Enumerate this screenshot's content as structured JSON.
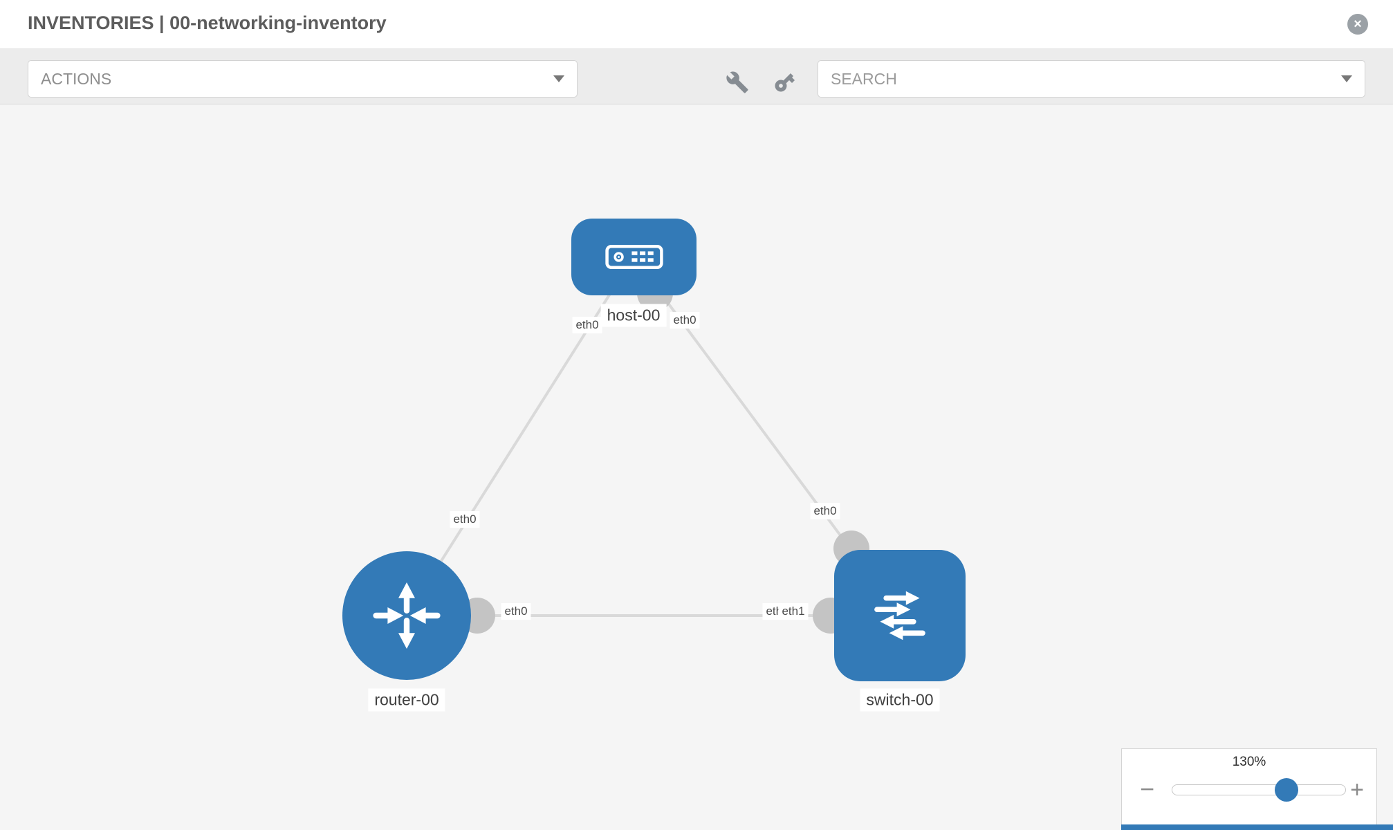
{
  "header": {
    "title": "INVENTORIES | 00-networking-inventory",
    "close_glyph": "×"
  },
  "toolbar": {
    "actions_label": "ACTIONS",
    "search_label": "SEARCH",
    "icons": [
      "wrench-icon",
      "key-icon"
    ]
  },
  "topology": {
    "nodes": [
      {
        "label": "host-00",
        "type": "host"
      },
      {
        "label": "router-00",
        "type": "router"
      },
      {
        "label": "switch-00",
        "type": "switch"
      }
    ],
    "links": [
      {
        "from": "host-00",
        "from_port": "eth0",
        "to": "router-00",
        "to_port": "eth0"
      },
      {
        "from": "host-00",
        "from_port": "eth0",
        "to": "switch-00",
        "to_port": "eth0"
      },
      {
        "from": "router-00",
        "from_port": "eth0",
        "to": "switch-00",
        "to_port": "eth1"
      }
    ],
    "overlap_under_label": "eth0"
  },
  "zoom": {
    "level": "130%",
    "minus_glyph": "−",
    "plus_glyph": "+"
  },
  "colors": {
    "node_blue": "#337ab7",
    "link_gray": "#d9d9d9",
    "canvas_bg": "#f5f5f5",
    "toolbar_bg": "#ececec"
  }
}
